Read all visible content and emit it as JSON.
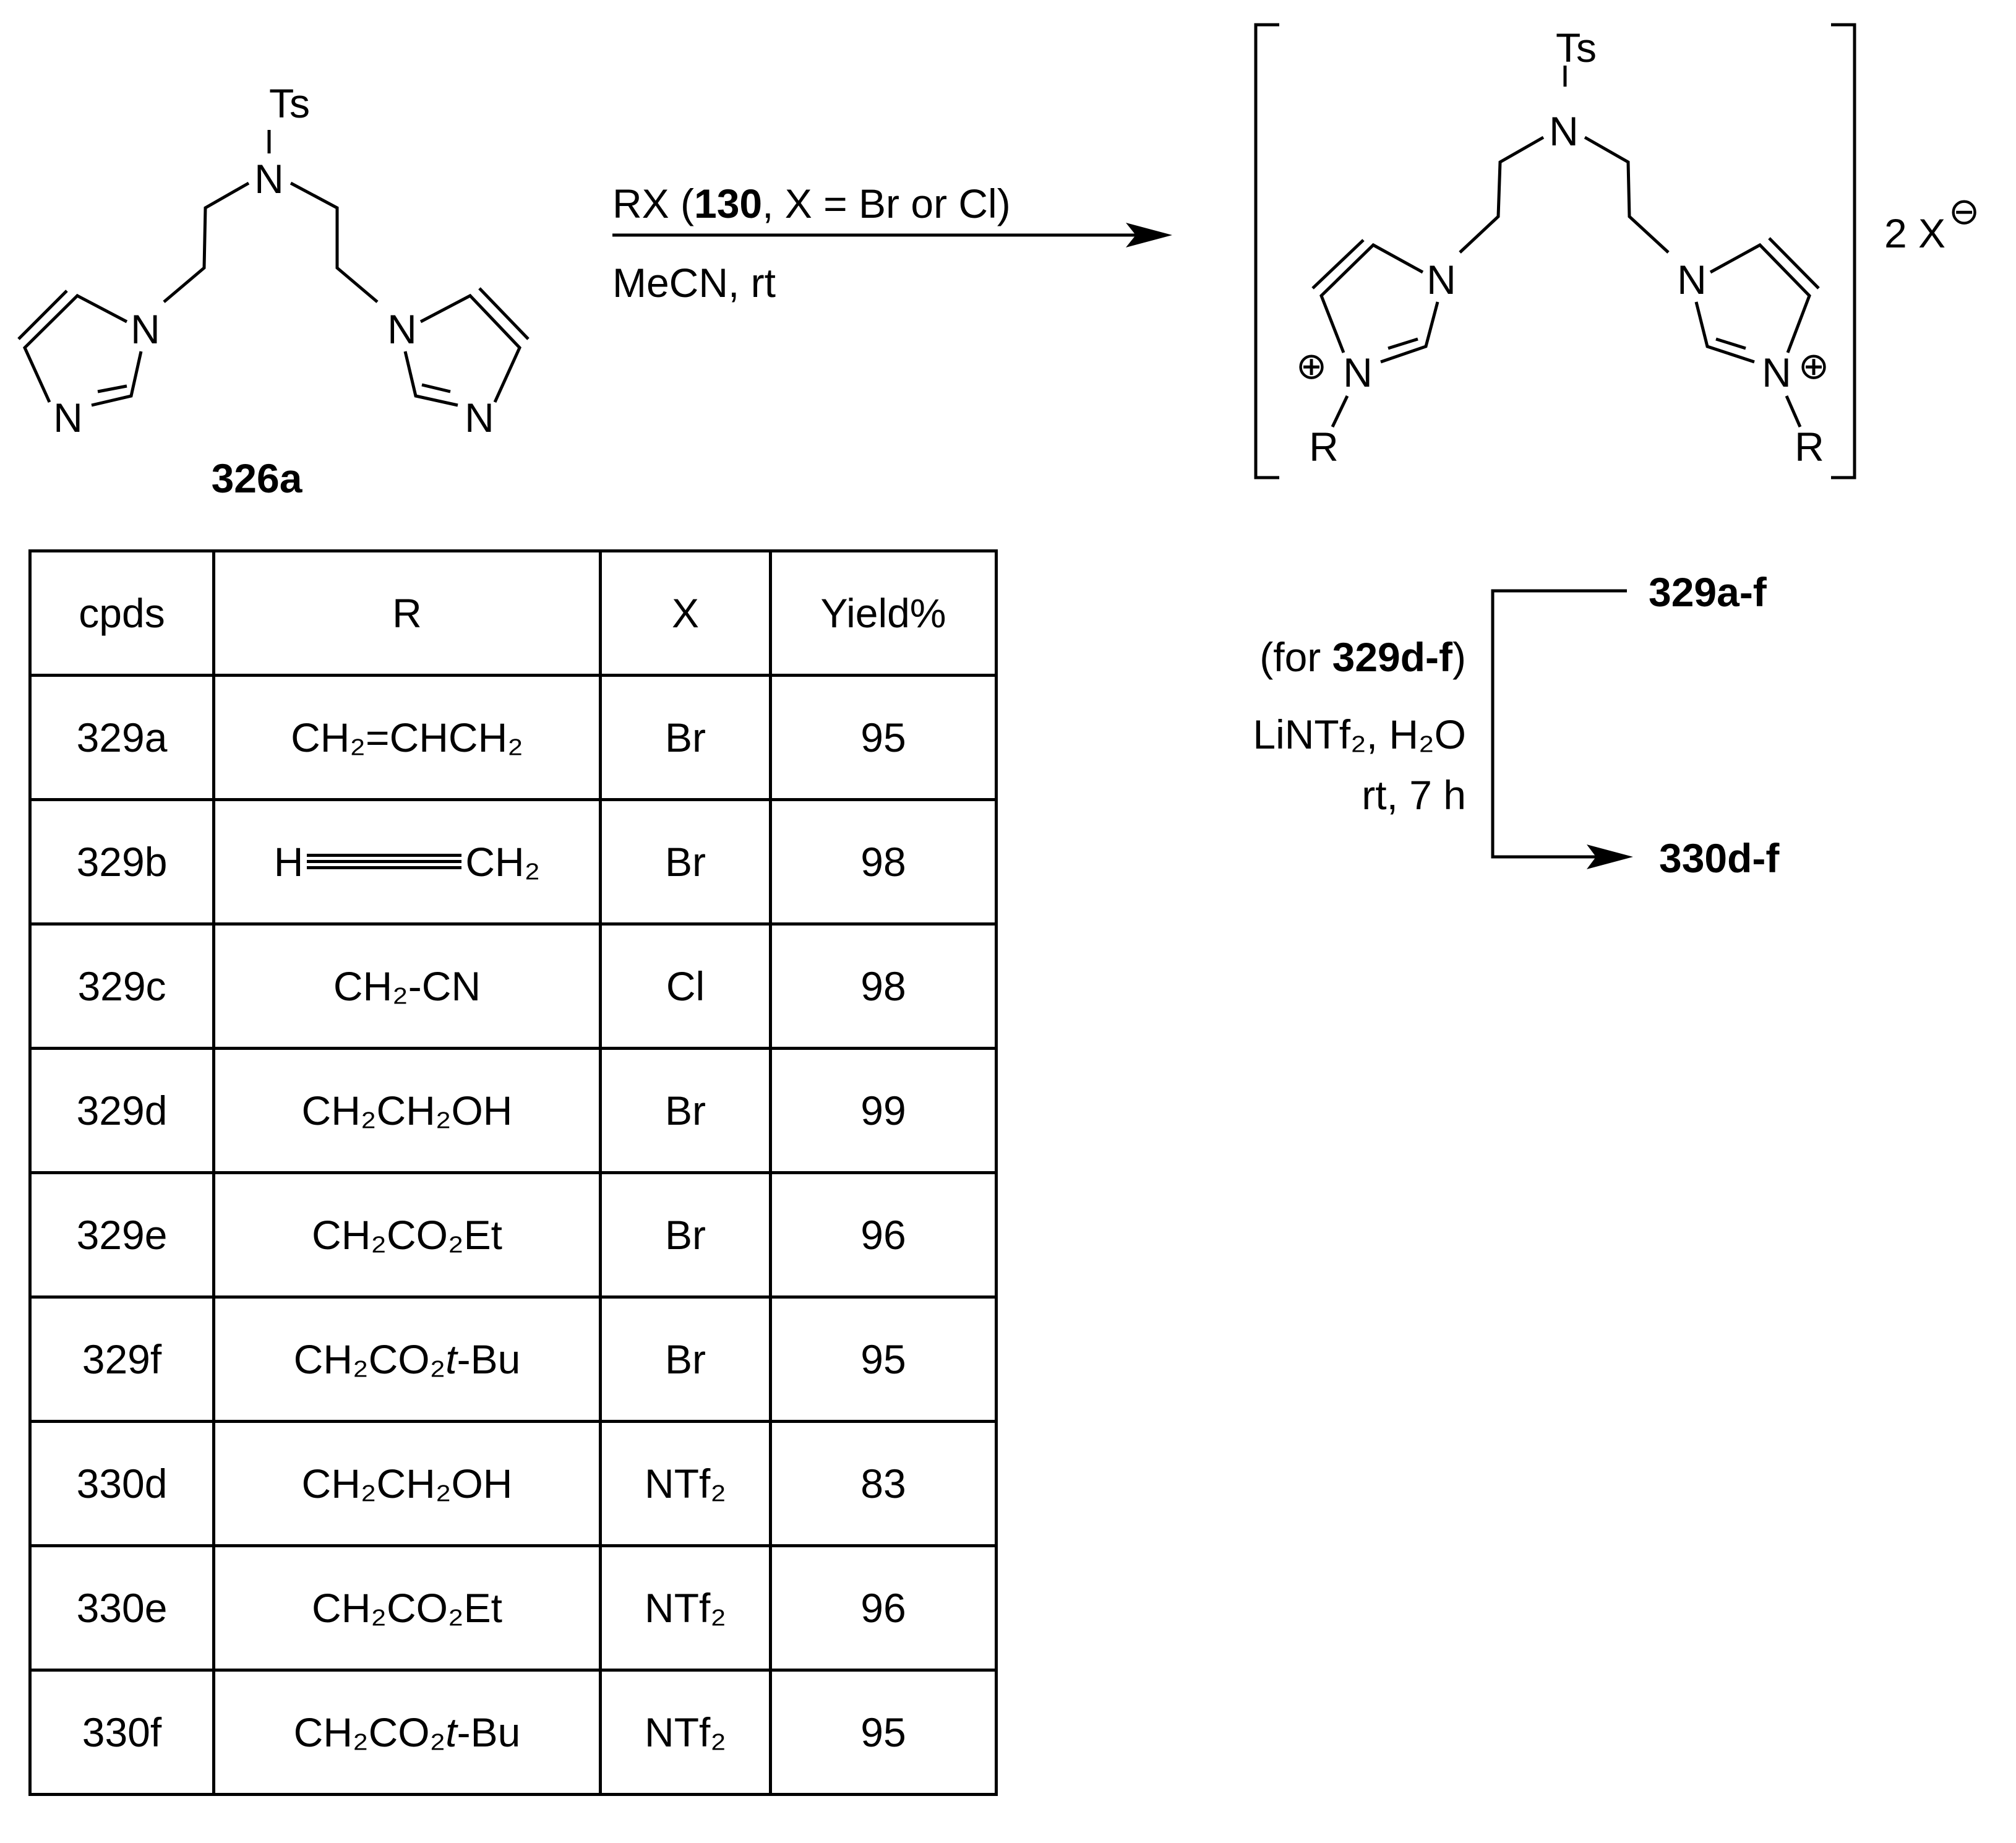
{
  "starting_material": {
    "id": "326a",
    "atoms": {
      "ts": "Ts",
      "n": "N",
      "ring_n": "N"
    }
  },
  "reaction": {
    "reagent_prefix": "RX (",
    "reagent_id": "130",
    "reagent_suffix": ", X = Br or Cl)",
    "solvent": "MeCN, rt"
  },
  "product": {
    "atoms": {
      "ts": "Ts",
      "n": "N",
      "r": "R",
      "charge": "⊕"
    },
    "counterion": "2 X",
    "counter_charge": "⊖"
  },
  "second_step": {
    "from": "329a-f",
    "condition_prefix": "(for ",
    "condition_id": "329d-f",
    "condition_suffix": ")",
    "reagents": "LiNTf₂, H₂O",
    "time": "rt, 7 h",
    "to": "330d-f"
  },
  "table": {
    "headers": [
      "cpds",
      "R",
      "X",
      "Yield%"
    ],
    "rows": [
      {
        "cpd": "329a",
        "x": "Br",
        "yield": "95"
      },
      {
        "cpd": "329b",
        "x": "Br",
        "yield": "98"
      },
      {
        "cpd": "329c",
        "x": "Cl",
        "yield": "98"
      },
      {
        "cpd": "329d",
        "x": "Br",
        "yield": "99"
      },
      {
        "cpd": "329e",
        "x": "Br",
        "yield": "96"
      },
      {
        "cpd": "329f",
        "x": "Br",
        "yield": "95"
      },
      {
        "cpd": "330d",
        "x": "NTf₂",
        "yield": "83"
      },
      {
        "cpd": "330e",
        "x": "NTf₂",
        "yield": "96"
      },
      {
        "cpd": "330f",
        "x": "NTf₂",
        "yield": "95"
      }
    ],
    "r_groups": {
      "allyl": "CH₂=CHCH₂",
      "propargyl_h": "H",
      "propargyl_ch2": "CH₂",
      "cyanomethyl": "CH₂-CN",
      "hydroxyethyl": "CH₂CH₂OH",
      "ethyl_ester": "CH₂CO₂Et",
      "tbu_ester_a": "CH₂CO₂",
      "tbu_ester_t": "t",
      "tbu_ester_b": "-Bu"
    }
  }
}
